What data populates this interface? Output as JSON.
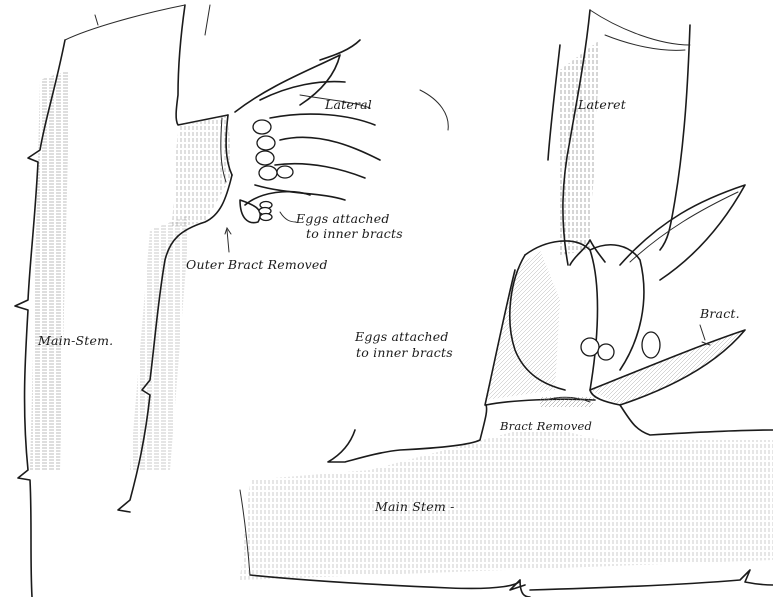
{
  "left_figure": {
    "labels": {
      "lateral": "Lateral",
      "eggs_line1": "Eggs attached",
      "eggs_line2": "to inner bracts",
      "outer_bract": "Outer Bract Removed",
      "main_stem": "Main-Stem."
    }
  },
  "right_figure": {
    "labels": {
      "lateral": "Lateret",
      "bract": "Bract.",
      "eggs_line1": "Eggs attached",
      "eggs_line2": "to inner bracts",
      "bract_removed": "Bract Removed",
      "main_stem": "Main Stem -"
    }
  }
}
